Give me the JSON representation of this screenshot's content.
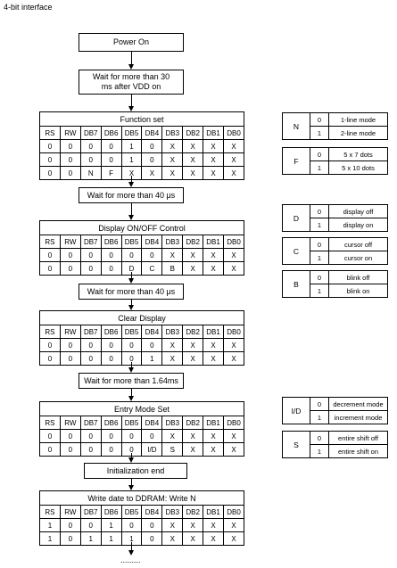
{
  "title": "4-bit interface",
  "headers": [
    "RS",
    "RW",
    "DB7",
    "DB6",
    "DB5",
    "DB4",
    "DB3",
    "DB2",
    "DB1",
    "DB0"
  ],
  "steps": {
    "power_on": "Power On",
    "wait1": "Wait for more than 30 ms after VDD on",
    "wait2": "Wait for more than 40 μs",
    "wait3": "Wait for more than 40 μs",
    "wait4": "Wait for more than 1.64ms",
    "init_end": "Initialization end"
  },
  "tables": {
    "function_set": {
      "title": "Function set",
      "rows": [
        [
          "0",
          "0",
          "0",
          "0",
          "1",
          "0",
          "X",
          "X",
          "X",
          "X"
        ],
        [
          "0",
          "0",
          "0",
          "0",
          "1",
          "0",
          "X",
          "X",
          "X",
          "X"
        ],
        [
          "0",
          "0",
          "N",
          "F",
          "X",
          "X",
          "X",
          "X",
          "X",
          "X"
        ]
      ]
    },
    "display_control": {
      "title": "Display ON/OFF Control",
      "rows": [
        [
          "0",
          "0",
          "0",
          "0",
          "0",
          "0",
          "X",
          "X",
          "X",
          "X"
        ],
        [
          "0",
          "0",
          "0",
          "0",
          "D",
          "C",
          "B",
          "X",
          "X",
          "X"
        ]
      ]
    },
    "clear_display": {
      "title": "Clear Display",
      "rows": [
        [
          "0",
          "0",
          "0",
          "0",
          "0",
          "0",
          "X",
          "X",
          "X",
          "X"
        ],
        [
          "0",
          "0",
          "0",
          "0",
          "0",
          "1",
          "X",
          "X",
          "X",
          "X"
        ]
      ]
    },
    "entry_mode": {
      "title": "Entry Mode Set",
      "rows": [
        [
          "0",
          "0",
          "0",
          "0",
          "0",
          "0",
          "X",
          "X",
          "X",
          "X"
        ],
        [
          "0",
          "0",
          "0",
          "0",
          "0",
          "I/D",
          "S",
          "X",
          "X",
          "X"
        ]
      ]
    },
    "write_ddram": {
      "title": "Write date to DDRAM:  Write N",
      "rows": [
        [
          "1",
          "0",
          "0",
          "1",
          "0",
          "0",
          "X",
          "X",
          "X",
          "X"
        ],
        [
          "1",
          "0",
          "1",
          "1",
          "1",
          "0",
          "X",
          "X",
          "X",
          "X"
        ]
      ]
    }
  },
  "legends": {
    "N": {
      "key": "N",
      "rows": [
        [
          "0",
          "1-line mode"
        ],
        [
          "1",
          "2-line mode"
        ]
      ]
    },
    "F": {
      "key": "F",
      "rows": [
        [
          "0",
          "5 x 7 dots"
        ],
        [
          "1",
          "5 x 10 dots"
        ]
      ]
    },
    "D": {
      "key": "D",
      "rows": [
        [
          "0",
          "display off"
        ],
        [
          "1",
          "display on"
        ]
      ]
    },
    "C": {
      "key": "C",
      "rows": [
        [
          "0",
          "cursor off"
        ],
        [
          "1",
          "cursor on"
        ]
      ]
    },
    "B": {
      "key": "B",
      "rows": [
        [
          "0",
          "blink off"
        ],
        [
          "1",
          "blink on"
        ]
      ]
    },
    "ID": {
      "key": "I/D",
      "rows": [
        [
          "0",
          "decrement mode"
        ],
        [
          "1",
          "increment mode"
        ]
      ]
    },
    "S": {
      "key": "S",
      "rows": [
        [
          "0",
          "entire shift off"
        ],
        [
          "1",
          "entire shift on"
        ]
      ]
    }
  },
  "continuation": "........."
}
